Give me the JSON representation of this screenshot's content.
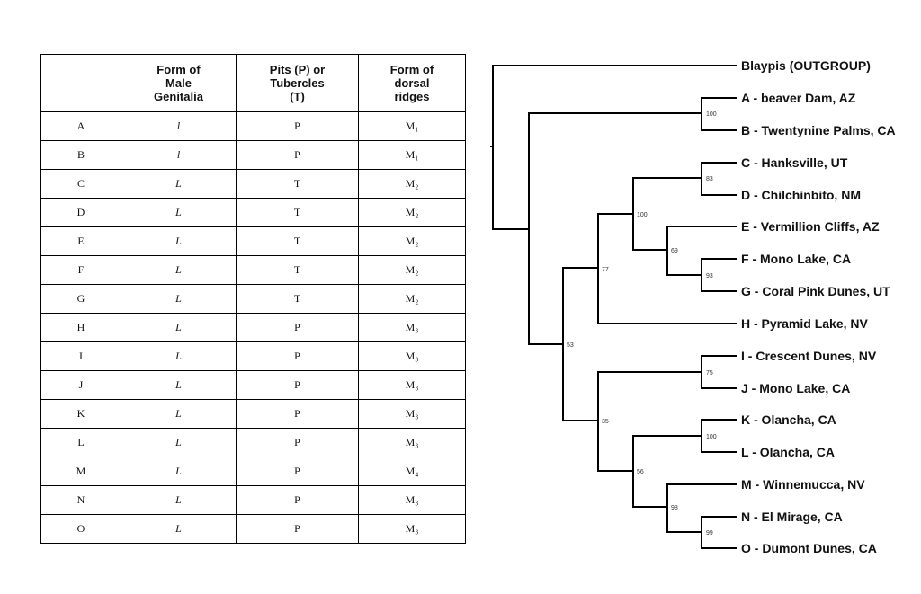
{
  "table": {
    "headers": [
      "",
      "Form of\nMale\nGenitalia",
      "Pits (P) or\nTubercles\n(T)",
      "Form of\ndorsal\nridges"
    ],
    "rows": [
      [
        "A",
        "l",
        "P",
        "M₁"
      ],
      [
        "B",
        "l",
        "P",
        "M₁"
      ],
      [
        "C",
        "L",
        "T",
        "M₂"
      ],
      [
        "D",
        "L",
        "T",
        "M₂"
      ],
      [
        "E",
        "L",
        "T",
        "M₂"
      ],
      [
        "F",
        "L",
        "T",
        "M₂"
      ],
      [
        "G",
        "L",
        "T",
        "M₂"
      ],
      [
        "H",
        "L",
        "P",
        "M₃"
      ],
      [
        "I",
        "L",
        "P",
        "M₃"
      ],
      [
        "J",
        "L",
        "P",
        "M₃"
      ],
      [
        "K",
        "L",
        "P",
        "M₃"
      ],
      [
        "L",
        "L",
        "P",
        "M₃"
      ],
      [
        "M",
        "L",
        "P",
        "M₄"
      ],
      [
        "N",
        "L",
        "P",
        "M₃"
      ],
      [
        "O",
        "L",
        "P",
        "M₃"
      ]
    ]
  },
  "tree": {
    "tips": [
      "Blaypis (OUTGROUP)",
      "A  - beaver Dam, AZ",
      "B  - Twentynine Palms, CA",
      "C  - Hanksville, UT",
      "D  - Chilchinbito, NM",
      "E  - Vermillion Cliffs, AZ",
      "F  - Mono Lake, CA",
      "G  - Coral Pink Dunes, UT",
      "H  - Pyramid Lake, NV",
      "I  - Crescent Dunes, NV",
      "J  - Mono Lake, CA",
      "K  - Olancha, CA",
      "L  - Olancha, CA",
      "M  - Winnemucca, NV",
      "N  - El Mirage, CA",
      "O  - Dumont Dunes, CA"
    ],
    "support_values": [
      "100",
      "83",
      "100",
      "69",
      "93",
      "77",
      "53",
      "75",
      "35",
      "100",
      "56",
      "98",
      "99"
    ]
  }
}
